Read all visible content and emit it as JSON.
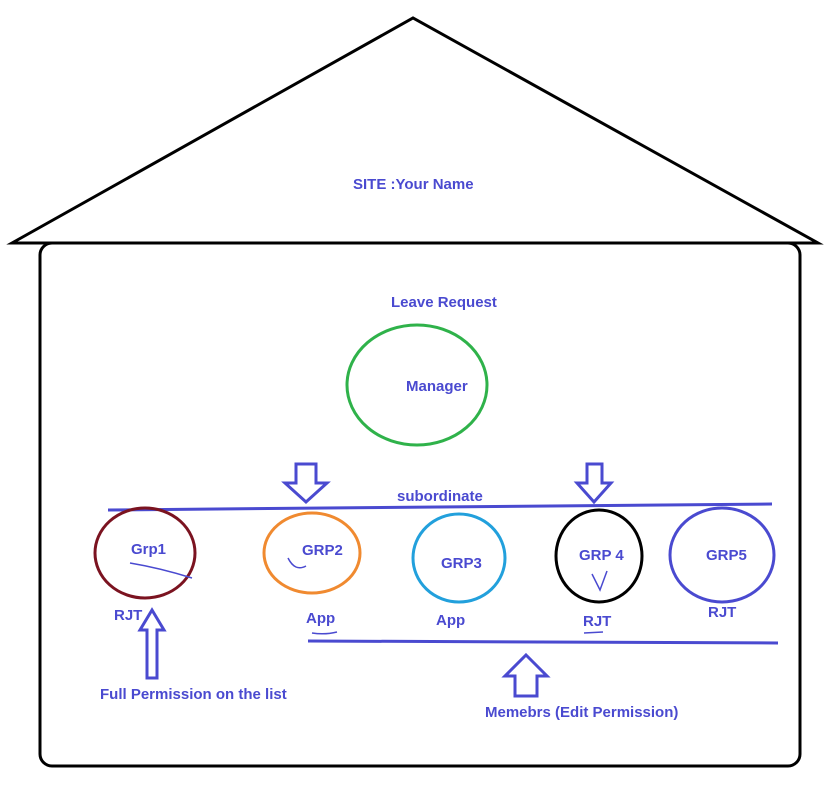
{
  "site_label": "SITE :Your Name",
  "list_label": "Leave Request",
  "manager_label": "Manager",
  "subordinate_label": "subordinate",
  "groups": [
    {
      "name": "Grp1",
      "role": "RJT",
      "color": "#7b1320"
    },
    {
      "name": "GRP2",
      "role": "App",
      "color": "#f08a30"
    },
    {
      "name": "GRP3",
      "role": "App",
      "color": "#22a0dc"
    },
    {
      "name": "GRP 4",
      "role": "RJT",
      "color": "#000000"
    },
    {
      "name": "GRP5",
      "role": "RJT",
      "color": "#4a4ad0"
    }
  ],
  "full_permission_label": "Full Permission on the list",
  "members_label": "Memebrs (Edit Permission)",
  "colors": {
    "text": "#4a4ad0",
    "line": "#4a4ad0",
    "manager": "#2fb24a",
    "outline": "#000000"
  }
}
